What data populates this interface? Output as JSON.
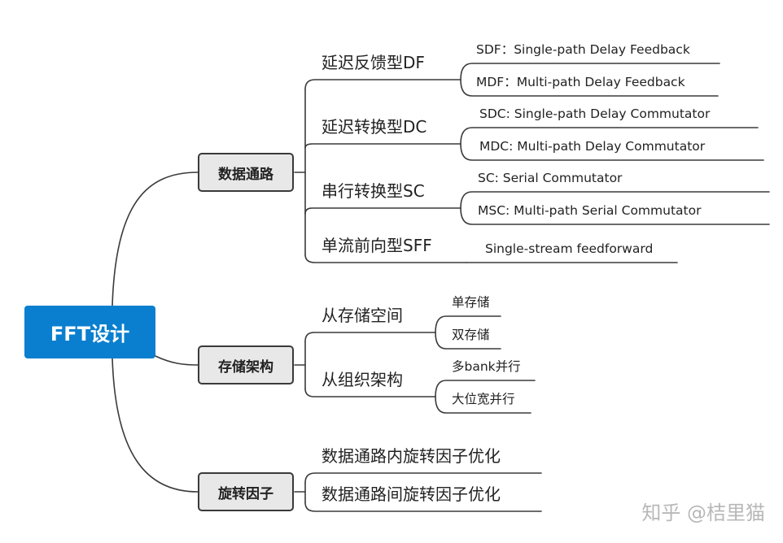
{
  "root": {
    "label": "FFT设计"
  },
  "branches": [
    {
      "label": "数据通路",
      "children": [
        {
          "label": "延迟反馈型DF",
          "children": [
            "SDF：Single-path Delay Feedback",
            "MDF：Multi-path Delay Feedback"
          ]
        },
        {
          "label": "延迟转换型DC",
          "children": [
            "SDC: Single-path Delay Commutator",
            "MDC: Multi-path Delay Commutator"
          ]
        },
        {
          "label": "串行转换型SC",
          "children": [
            "SC: Serial Commutator",
            "MSC: Multi-path Serial Commutator"
          ]
        },
        {
          "label": "单流前向型SFF",
          "children": [
            "Single-stream feedforward"
          ]
        }
      ]
    },
    {
      "label": "存储架构",
      "children": [
        {
          "label": "从存储空间",
          "children": [
            "单存储",
            "双存储"
          ]
        },
        {
          "label": "从组织架构",
          "children": [
            "多bank并行",
            "大位宽并行"
          ]
        }
      ]
    },
    {
      "label": "旋转因子",
      "children": [
        {
          "label": "数据通路内旋转因子优化",
          "children": []
        },
        {
          "label": "数据通路间旋转因子优化",
          "children": []
        }
      ]
    }
  ],
  "watermark": "知乎 @桔里猫"
}
